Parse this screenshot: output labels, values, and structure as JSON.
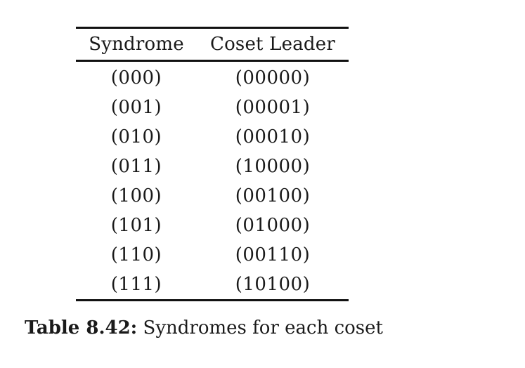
{
  "table": {
    "headers": [
      "Syndrome",
      "Coset Leader"
    ],
    "rows": [
      [
        "(000)",
        "(00000)"
      ],
      [
        "(001)",
        "(00001)"
      ],
      [
        "(010)",
        "(00010)"
      ],
      [
        "(011)",
        "(10000)"
      ],
      [
        "(100)",
        "(00100)"
      ],
      [
        "(101)",
        "(01000)"
      ],
      [
        "(110)",
        "(00110)"
      ],
      [
        "(111)",
        "(10100)"
      ]
    ]
  },
  "caption": {
    "label": "Table 8.42:",
    "text": "Syndromes for each coset"
  }
}
